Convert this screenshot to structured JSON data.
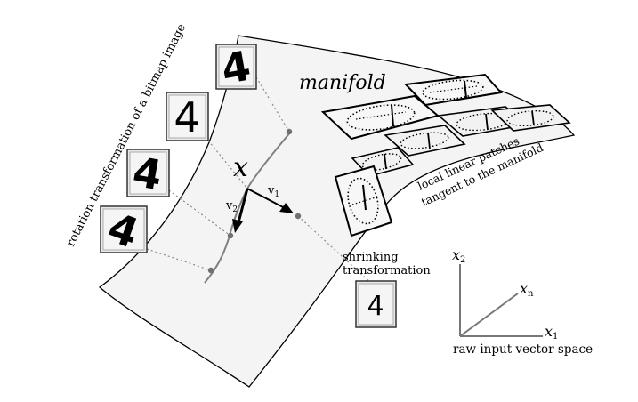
{
  "labels": {
    "manifold": "manifold",
    "rotation": "rotation transformation of a bitmap image",
    "patches_line1": "local linear patches",
    "patches_line2": "tangent to the manifold",
    "shrinking_line1": "shrinking",
    "shrinking_line2": "transformation",
    "raw_space": "raw input vector space",
    "point_x": "x",
    "v1": "v",
    "v1_sub": "1",
    "v2": "v",
    "v2_sub": "2",
    "axis_x1": "x",
    "axis_x1_sub": "1",
    "axis_x2": "x",
    "axis_x2_sub": "2",
    "axis_xn": "x",
    "axis_xn_sub": "n"
  },
  "digits": {
    "rotated_1": "4",
    "rotated_2": "4",
    "rotated_3": "4",
    "rotated_4": "4",
    "shrunk": "4"
  },
  "colors": {
    "manifold_fill": "#f4f4f4",
    "curve": "#808080",
    "dots": "#707070",
    "ink": "#000000",
    "box_fill": "#e9e9e9"
  }
}
